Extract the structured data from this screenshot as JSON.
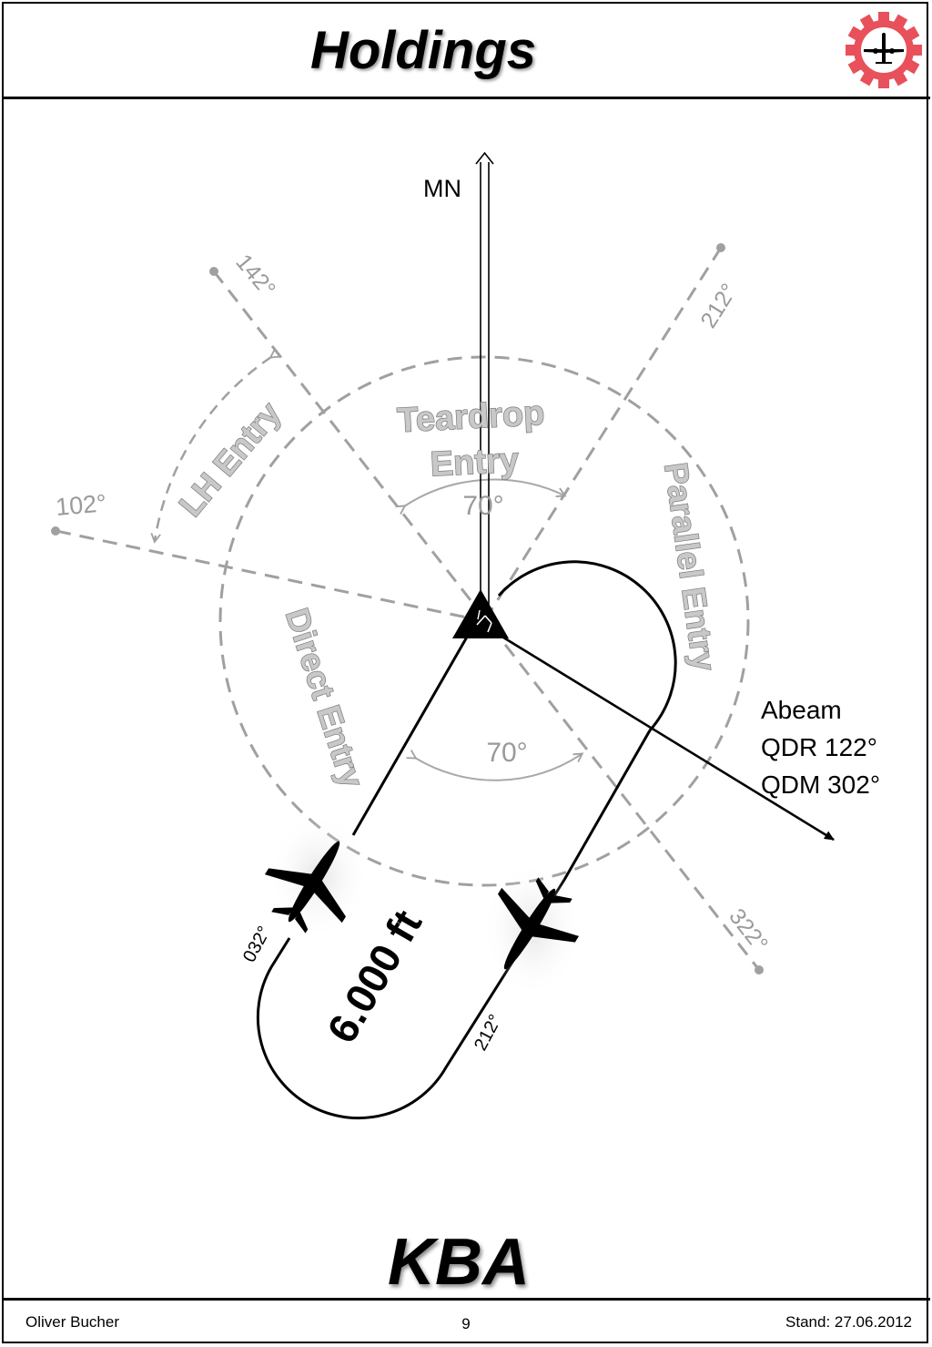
{
  "header": {
    "title": "Holdings"
  },
  "diagram": {
    "north_label": "MN",
    "radials": {
      "r142": "142°",
      "r212": "212°",
      "r102": "102°",
      "r322": "322°"
    },
    "sectors": {
      "teardrop_line1": "Teardrop",
      "teardrop_line2": "Entry",
      "lh_entry": "LH Entry",
      "parallel_entry": "Parallel Entry",
      "direct_entry": "Direct Entry"
    },
    "angles": {
      "upper": "70°",
      "lower": "70°"
    },
    "abeam": {
      "line1": "Abeam",
      "line2": "QDR 122°",
      "line3": "QDM 302°"
    },
    "track_labels": {
      "inbound": "032°",
      "outbound": "212°"
    },
    "altitude": "6.000 ft",
    "fix_name": "KBA"
  },
  "footer": {
    "author": "Oliver Bucher",
    "page": "9",
    "date": "Stand: 27.06.2012"
  },
  "colors": {
    "line": "#000000",
    "sector_gray": "#a0a0a0",
    "logo_red": "#e8505b"
  },
  "icons": {
    "logo": "gear-airplane-logo",
    "fix": "vor-triangle-icon",
    "aircraft": "airplane-icon"
  }
}
